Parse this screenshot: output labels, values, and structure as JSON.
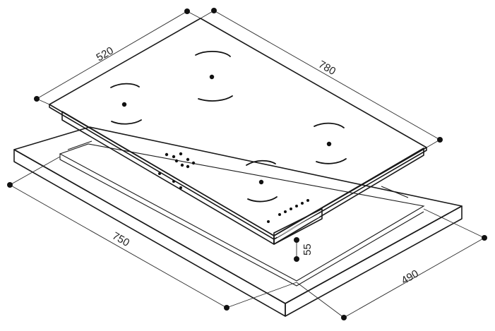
{
  "dimensions": {
    "top_depth": "520",
    "top_width": "780",
    "cutout_width": "750",
    "cutout_depth": "490",
    "height": "55"
  },
  "colors": {
    "line": "#1a1a1a",
    "background": "#ffffff"
  }
}
